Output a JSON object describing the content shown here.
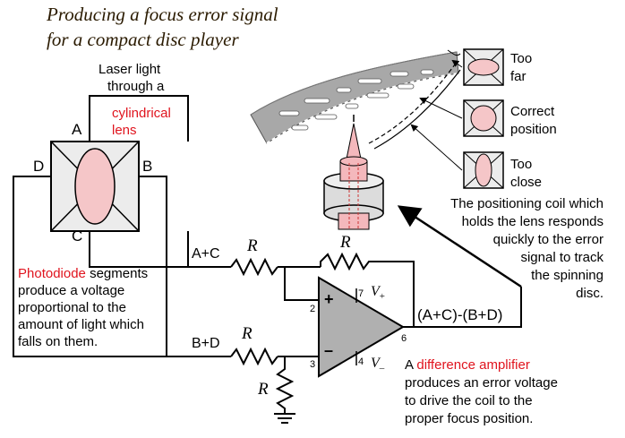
{
  "title": {
    "line1": "Producing a focus error signal",
    "line2": "for a compact disc player"
  },
  "laser": {
    "line1": "Laser light",
    "line2": "through a",
    "lens_line1": "cylindrical",
    "lens_line2": "lens"
  },
  "segments": {
    "a": "A",
    "b": "B",
    "c": "C",
    "d": "D"
  },
  "photodiode": {
    "word": "Photodiode",
    "rest_line1": " segments",
    "line2": "produce a voltage",
    "line3": "proportional to the",
    "line4": "amount of light which",
    "line5": "falls on them."
  },
  "circuit": {
    "a_plus_c": "A+C",
    "b_plus_d": "B+D",
    "resistor": "R",
    "output": "(A+C)-(B+D)",
    "pin2": "2",
    "pin3": "3",
    "pin4": "4",
    "pin6": "6",
    "pin7": "7",
    "vplus": "V",
    "vplus_sub": "+",
    "vminus": "V",
    "vminus_sub": "–",
    "plus_sign": "+",
    "minus_sign": "–"
  },
  "states": {
    "too_far": [
      "Too",
      "far"
    ],
    "correct": [
      "Correct",
      "position"
    ],
    "too_close": [
      "Too",
      "close"
    ]
  },
  "coil_text": [
    "The positioning coil which",
    "holds the lens responds",
    "quickly to the error",
    "signal to track",
    "the spinning",
    "disc."
  ],
  "amplifier": {
    "prefix": "A ",
    "red": "difference amplifier",
    "line2": "produces an error voltage",
    "line3": "to drive the coil to the",
    "line4": "proper focus position."
  },
  "colors": {
    "red_text": "#e0141e",
    "ellipse_fill": "#f5c6c8",
    "detector_fill": "#ececec",
    "disc_fill": "#a8a8a8",
    "beam_fill": "#f4b8bc"
  }
}
